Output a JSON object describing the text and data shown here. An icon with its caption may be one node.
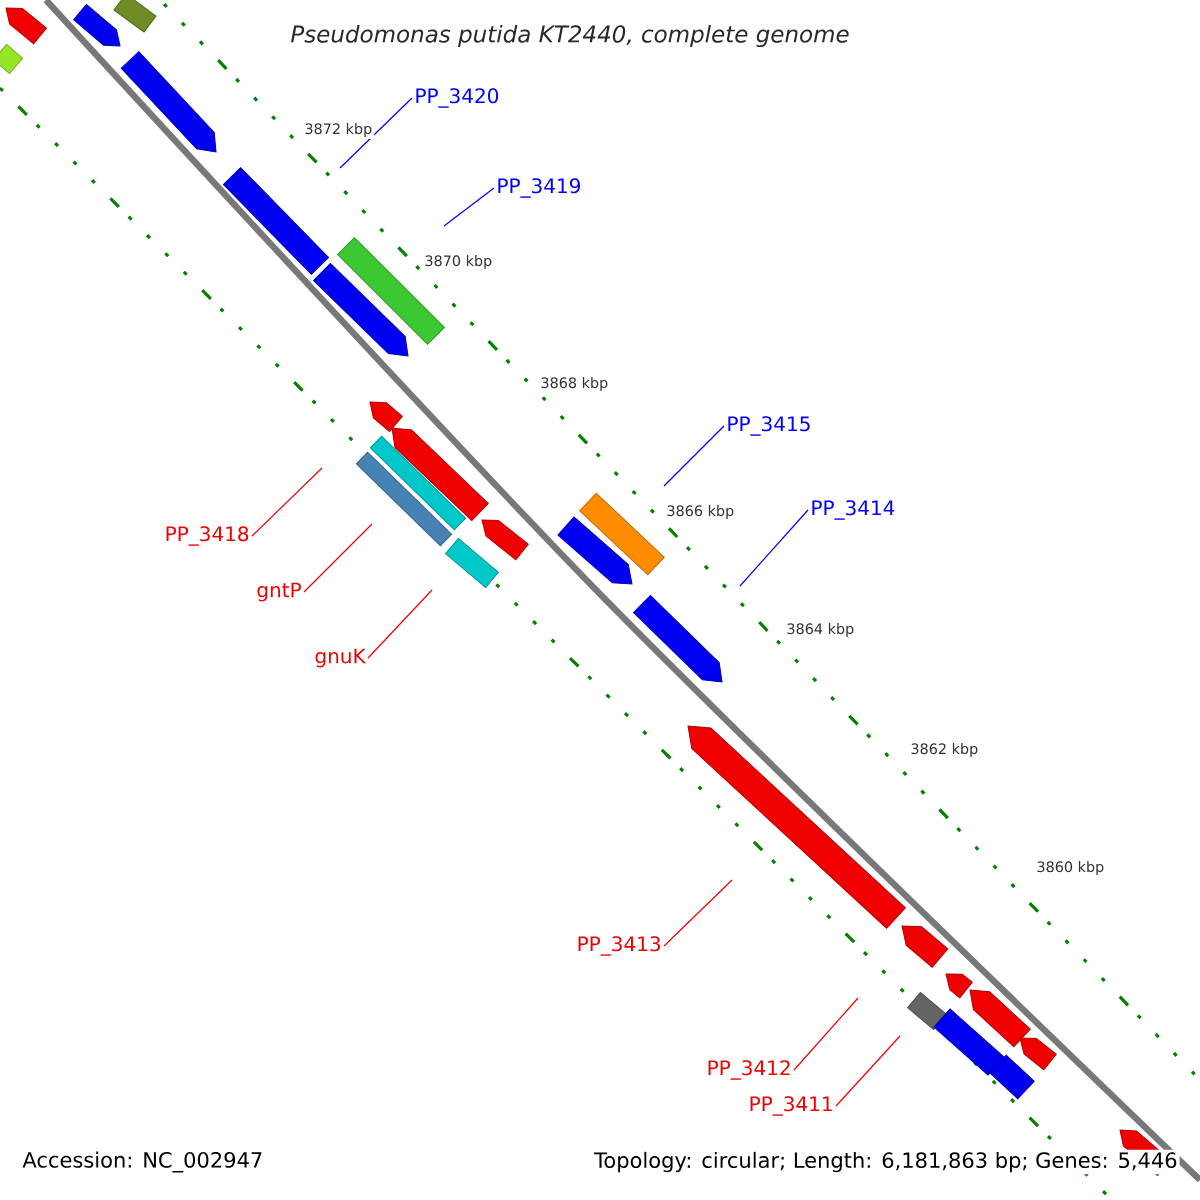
{
  "diagram": {
    "title": "Pseudomonas putida KT2440, complete genome",
    "nodes": [
      {
        "text": [
          "PP_3420"
        ]
      },
      {
        "text": [
          "PP_3419"
        ]
      },
      {
        "text": [
          "PP_3415"
        ]
      },
      {
        "text": [
          "PP_3414"
        ]
      },
      {
        "text": [
          "PP_3418"
        ]
      },
      {
        "text": [
          "gntP"
        ]
      },
      {
        "text": [
          "gnuK"
        ]
      },
      {
        "text": [
          "PP_3413"
        ]
      },
      {
        "text": [
          "PP_3412"
        ]
      },
      {
        "text": [
          "PP_3411"
        ]
      }
    ],
    "edges": [
      {
        "from": 0,
        "to": null,
        "arrow": "none",
        "color": "#0000ff"
      },
      {
        "from": 1,
        "to": null,
        "arrow": "none",
        "color": "#0000ff"
      },
      {
        "from": 2,
        "to": null,
        "arrow": "none",
        "color": "#0000ff"
      },
      {
        "from": 3,
        "to": null,
        "arrow": "none",
        "color": "#0000ff"
      },
      {
        "from": 4,
        "to": null,
        "arrow": "none"
      },
      {
        "from": 5,
        "to": null,
        "arrow": "none"
      },
      {
        "from": 6,
        "to": null,
        "arrow": "none"
      },
      {
        "from": 7,
        "to": null,
        "arrow": "none"
      },
      {
        "from": 8,
        "to": null,
        "arrow": "none"
      },
      {
        "from": 9,
        "to": null,
        "arrow": "none"
      }
    ],
    "labels": [
      "3872 kbp",
      "3870 kbp",
      "3868 kbp",
      "3866 kbp",
      "3864 kbp",
      "3862 kbp",
      "3860 kbp",
      "Accession: NC_002947",
      "Topology: circular; Length: 6,181,863 bp; Genes: 5,446"
    ]
  }
}
